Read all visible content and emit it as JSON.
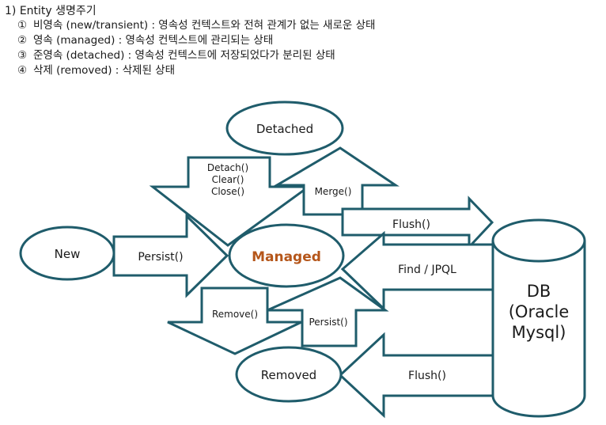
{
  "section": {
    "heading": "1)  Entity  생명주기",
    "items": [
      {
        "num": "①",
        "text": "비영속 (new/transient) : 영속성 컨텍스트와 전혀 관계가 없는 새로운 상태"
      },
      {
        "num": "②",
        "text": "영속 (managed) : 영속성 컨텍스트에 관리되는 상태"
      },
      {
        "num": "③",
        "text": "준영속 (detached) : 영속성 컨텍스트에 저장되었다가 분리된 상태"
      },
      {
        "num": "④",
        "text": "삭제 (removed) : 삭제된 상태"
      }
    ]
  },
  "diagram": {
    "states": {
      "detached": "Detached",
      "new": "New",
      "managed": "Managed",
      "removed": "Removed"
    },
    "db": {
      "line1": "DB",
      "line2": "(Oracle",
      "line3": "Mysql)"
    },
    "arrows": {
      "detach": [
        "Detach()",
        "Clear()",
        "Close()"
      ],
      "merge": "Merge()",
      "flush_top": "Flush()",
      "persist_new": "Persist()",
      "find": "Find / JPQL",
      "remove": "Remove()",
      "persist_removed": "Persist()",
      "flush_bottom": "Flush()"
    },
    "colors": {
      "stroke": "#1f5c6b",
      "managed_text": "#b5561a",
      "text": "#1a1a1a"
    }
  }
}
